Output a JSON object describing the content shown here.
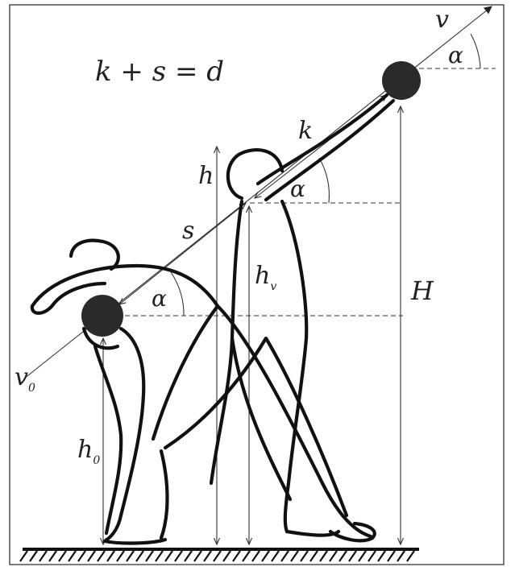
{
  "formula": "k + s = d",
  "labels": {
    "v": "v",
    "v0": "v",
    "v0_sub": "0",
    "alpha_top": "α",
    "alpha_mid": "α",
    "alpha_low": "α",
    "k": "k",
    "s": "s",
    "h": "h",
    "hv": "h",
    "hv_sub": "v",
    "H": "H",
    "h0": "h",
    "h0_sub": "0"
  },
  "colors": {
    "ink": "#111111",
    "ball": "#2a2a2a",
    "background": "#ffffff"
  }
}
